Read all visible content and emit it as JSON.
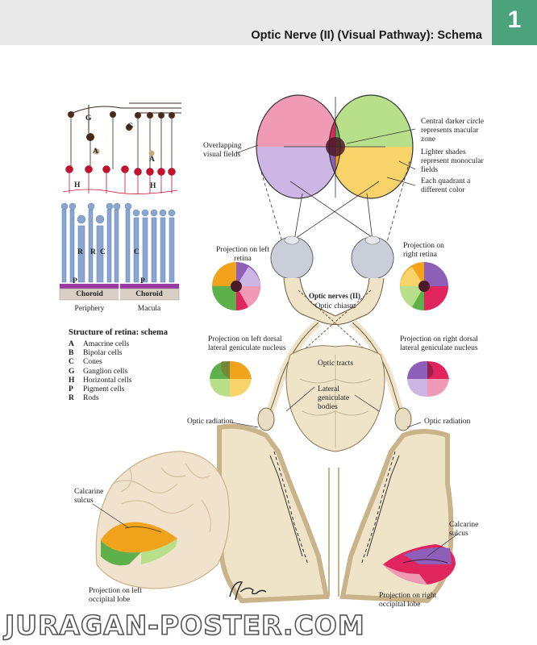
{
  "header": {
    "title": "Optic Nerve (II) (Visual Pathway): Schema",
    "plate_number": "1"
  },
  "retina": {
    "letters": [
      "G",
      "G",
      "A",
      "A",
      "H",
      "H",
      "R",
      "R",
      "C",
      "C",
      "P",
      "P"
    ],
    "choroid_label": "Choroid",
    "periphery_label": "Periphery",
    "macula_label": "Macula"
  },
  "legend": {
    "title": "Structure of retina: schema",
    "items": [
      {
        "key": "A",
        "text": "Amacrine cells"
      },
      {
        "key": "B",
        "text": "Bipolar cells"
      },
      {
        "key": "C",
        "text": "Cones"
      },
      {
        "key": "G",
        "text": "Ganglion cells"
      },
      {
        "key": "H",
        "text": "Horizontal cells"
      },
      {
        "key": "P",
        "text": "Pigment cells"
      },
      {
        "key": "R",
        "text": "Rods"
      }
    ]
  },
  "labels": {
    "overlapping_fields": "Overlapping visual fields",
    "central_circle": "Central darker circle represents macular zone",
    "lighter_shades": "Lighter shades represent monocular fields",
    "each_quadrant": "Each quadrant a different color",
    "projection_left_retina": "Projection on left retina",
    "projection_right_retina": "Projection on right retina",
    "optic_nerves": "Optic nerves (II)",
    "optic_chiasm": "Optic chiasm",
    "projection_left_lgn": "Projection on left dorsal lateral geniculate nucleus",
    "projection_right_lgn": "Projection on right dorsal lateral geniculate nucleus",
    "optic_tracts": "Optic tracts",
    "lateral_geniculate": "Lateral geniculate bodies",
    "optic_radiation_left": "Optic radiation",
    "optic_radiation_right": "Optic radiation",
    "calcarine_left": "Calcarine sulcus",
    "calcarine_right": "Calcarine sulcus",
    "projection_left_occipital": "Projection on left occipital lobe",
    "projection_right_occipital": "Projection on right occipital lobe"
  },
  "watermark": "JURAGAN-POSTER.COM",
  "colors": {
    "header_bg": "#e9e9e9",
    "plate_green": "#4aa37c",
    "quadrant_red": "#e0245e",
    "quadrant_green": "#5db04a",
    "quadrant_purple": "#8e5fb8",
    "quadrant_orange": "#f2a31c",
    "light_red": "#f19ab5",
    "light_green": "#b8e08a",
    "light_purple": "#cdb6e6",
    "light_orange": "#f7d36a",
    "brain_tissue": "#efe3c8",
    "cell_red": "#c8102e",
    "cell_blue": "#8aa6cf"
  }
}
